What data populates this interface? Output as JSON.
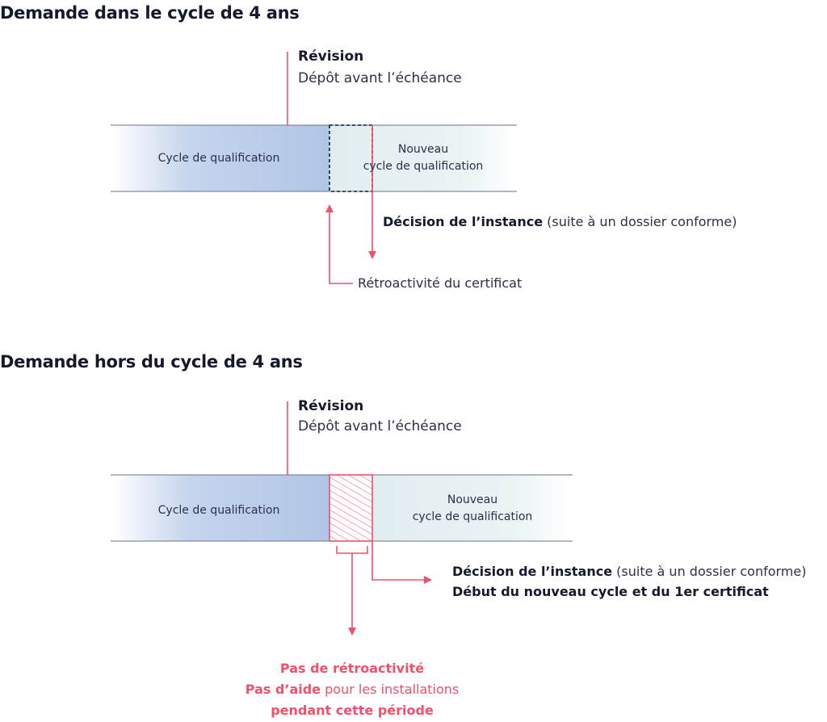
{
  "section1": {
    "title": "Demande dans le cycle de 4 ans",
    "revision_title": "Révision",
    "revision_sub": "Dépôt avant l’échéance",
    "cycle_label": "Cycle de qualification",
    "new_cycle_label_1": "Nouveau",
    "new_cycle_label_2": "cycle de qualification",
    "decision_bold": "Décision de l’instance",
    "decision_rest": " (suite à un dossier conforme)",
    "retro": "Rétroactivité du certificat"
  },
  "section2": {
    "title": "Demande hors du cycle de 4 ans",
    "revision_title": "Révision",
    "revision_sub": "Dépôt avant l’échéance",
    "cycle_label": "Cycle de qualification",
    "new_cycle_label_1": "Nouveau",
    "new_cycle_label_2": "cycle de qualification",
    "decision_bold": "Décision de l’instance",
    "decision_rest": " (suite à un dossier conforme)",
    "start_cycle": "Début du nouveau cycle et du 1er certificat",
    "no_retro": "Pas de rétroactivité",
    "no_aid_bold": "Pas d’aide",
    "no_aid_rest": " pour les installations",
    "period": "pendant cette période"
  },
  "colors": {
    "accent_red": "#f0506a",
    "cycle_blue": "#b3c8e8",
    "new_cycle_teal": "#e3eff1",
    "text_dark": "#1d2346"
  }
}
